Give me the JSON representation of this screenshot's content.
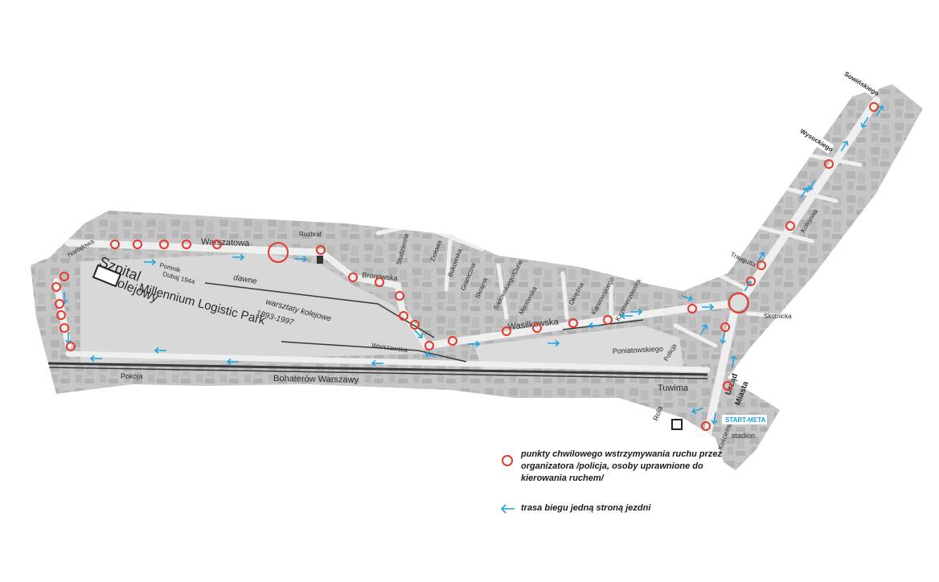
{
  "colors": {
    "stop_circle": "#e53a2b",
    "route_arrow": "#1aa3e0",
    "map_background": "#c9c9c9",
    "street_fill": "#efefef",
    "rail": "#3a3a3a"
  },
  "map": {
    "streets": {
      "warszawa_north": "Warszatowa",
      "rozbrat": "Rozbrat",
      "studzienna": "Studzienna",
      "ziolowa": "Ziołowa",
      "bukowska": "Bukowska",
      "granicna": "Graniczna",
      "skrajna": "Skrajna",
      "brodnia": "Bronowska",
      "warszawska": "Warszawska",
      "wasilkowska": "Wasilkowska",
      "sadowska": "Sadowskiego/Curie",
      "monowska": "Monowska",
      "okrezna": "Okrężna",
      "karwowskiego": "Karwowskiego",
      "kazimierz": "Kazimierzowska",
      "poniatowskiego": "Poniatowskiego",
      "tuwima": "Tuwima",
      "bohaterow": "Bohaterów Warszawy",
      "pokoja": "Pokoja",
      "narodowa": "Narodowa",
      "sowinskiego": "Sowińskiego",
      "wysockiego": "Wysockiego",
      "traugutta": "Traugutta",
      "kolejowa": "Kolejowa",
      "skotnicka": "Skotnicka",
      "policja": "Policja",
      "urzad": "Urząd",
      "miasta": "Miasta",
      "stadion": "stadion",
      "koscielna": "Kościelna",
      "rola": "Rola"
    },
    "area_labels": {
      "szpital": "Szpital",
      "kolejowy": "Kolejowy",
      "millennium": "Millennium Logistic Park",
      "pomnik": "Pomnik",
      "pomnik_date": "Dubaj 1944",
      "dawne": "dawne",
      "warsztaty": "warsztaty kolejowe",
      "years": "1893-1997"
    },
    "callouts": {
      "sowinskiego": "Sowińskiego",
      "wysockiego": "Wysockiego",
      "start_meta": "START-META"
    }
  },
  "legend": {
    "stops": "punkty chwilowego wstrzymywania ruchu przez organizatora /policja, osoby uprawnione do kierowania ruchem/",
    "route": "trasa biegu jedną stroną jezdni"
  }
}
